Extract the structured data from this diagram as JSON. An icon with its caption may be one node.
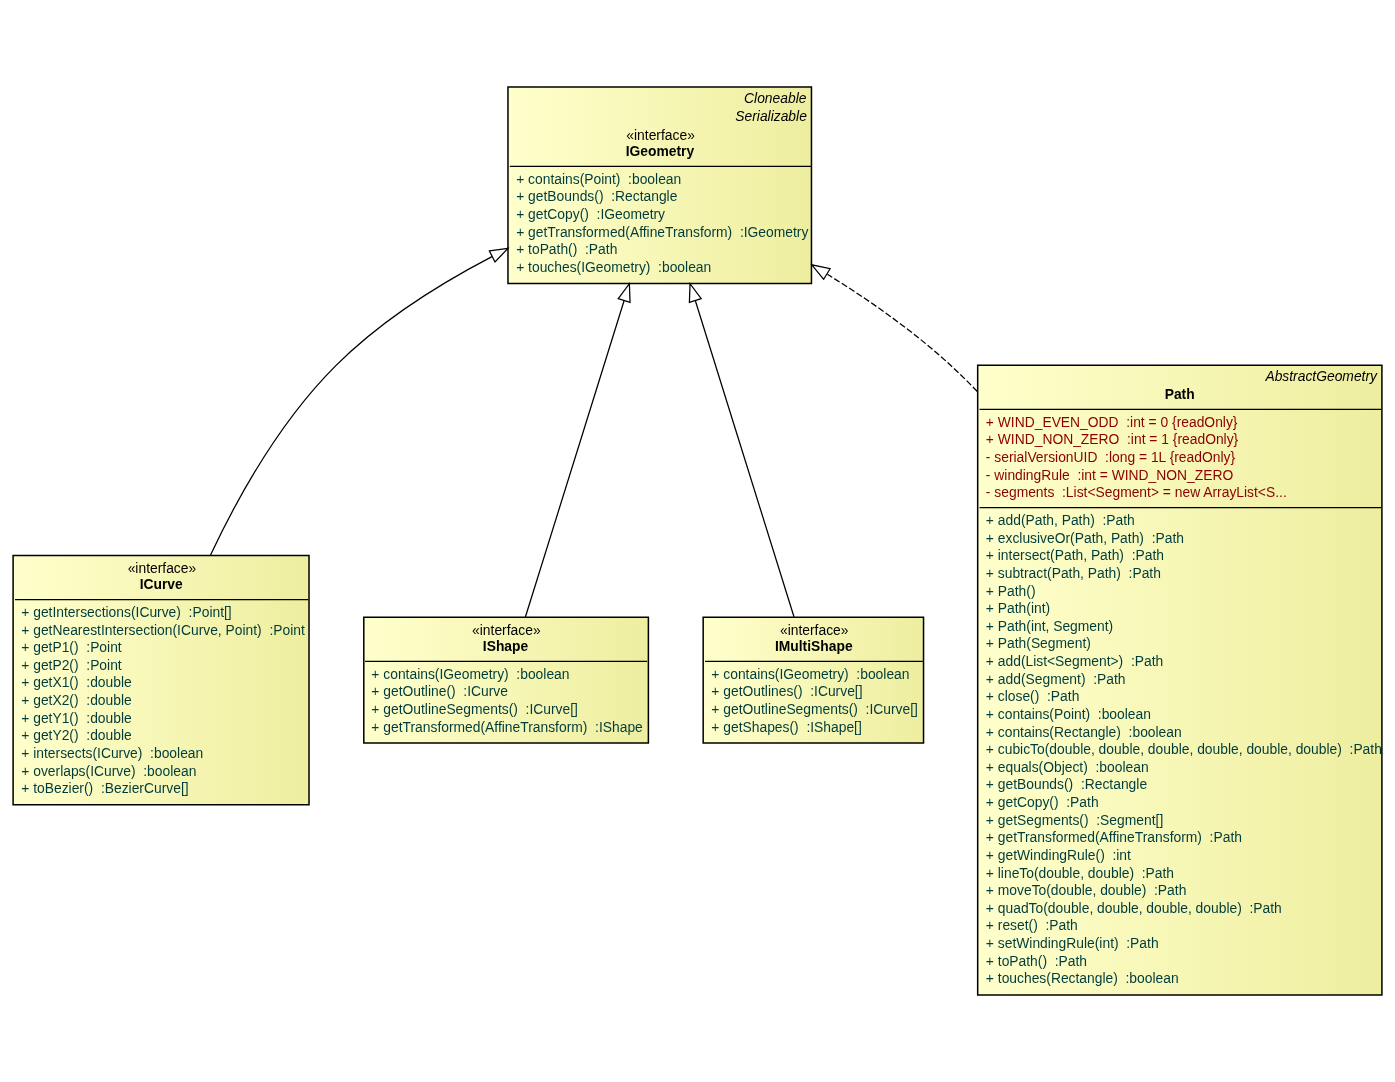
{
  "diagram": {
    "nodes": [
      {
        "text": [
          "Cloneable",
          "Serializable",
          "«interface»",
          "IGeometry",
          "+ contains(Point)  :boolean",
          "+ getBounds()  :Rectangle",
          "+ getCopy()  :IGeometry",
          "+ getTransformed(AffineTransform)  :IGeometry",
          "+ toPath()  :Path",
          "+ touches(IGeometry)  :boolean"
        ]
      },
      {
        "text": [
          "«interface»",
          "ICurve",
          "+ getIntersections(ICurve)  :Point[]",
          "+ getNearestIntersection(ICurve, Point)  :Point",
          "+ getP1()  :Point",
          "+ getP2()  :Point",
          "+ getX1()  :double",
          "+ getX2()  :double",
          "+ getY1()  :double",
          "+ getY2()  :double",
          "+ intersects(ICurve)  :boolean",
          "+ overlaps(ICurve)  :boolean",
          "+ toBezier()  :BezierCurve[]"
        ]
      },
      {
        "text": [
          "«interface»",
          "IShape",
          "+ contains(IGeometry)  :boolean",
          "+ getOutline()  :ICurve",
          "+ getOutlineSegments()  :ICurve[]",
          "+ getTransformed(AffineTransform)  :IShape"
        ]
      },
      {
        "text": [
          "«interface»",
          "IMultiShape",
          "+ contains(IGeometry)  :boolean",
          "+ getOutlines()  :ICurve[]",
          "+ getOutlineSegments()  :ICurve[]",
          "+ getShapes()  :IShape[]"
        ]
      },
      {
        "text": [
          "AbstractGeometry",
          "Path",
          "+ WIND_EVEN_ODD  :int = 0 {readOnly}",
          "+ WIND_NON_ZERO  :int = 1 {readOnly}",
          "- serialVersionUID  :long = 1L {readOnly}",
          "- windingRule  :int = WIND_NON_ZERO",
          "- segments  :List<Segment> = new ArrayList<S...",
          "+ add(Path, Path)  :Path",
          "+ exclusiveOr(Path, Path)  :Path",
          "+ intersect(Path, Path)  :Path",
          "+ subtract(Path, Path)  :Path",
          "+ Path()",
          "+ Path(int)",
          "+ Path(int, Segment)",
          "+ Path(Segment)",
          "+ add(List<Segment>)  :Path",
          "+ add(Segment)  :Path",
          "+ close()  :Path",
          "+ contains(Point)  :boolean",
          "+ contains(Rectangle)  :boolean",
          "+ cubicTo(double, double, double, double, double, double)  :Path",
          "+ equals(Object)  :boolean",
          "+ getBounds()  :Rectangle",
          "+ getCopy()  :Path",
          "+ getSegments()  :Segment[]",
          "+ getTransformed(AffineTransform)  :Path",
          "+ getWindingRule()  :int",
          "+ lineTo(double, double)  :Path",
          "+ moveTo(double, double)  :Path",
          "+ quadTo(double, double, double, double)  :Path",
          "+ reset()  :Path",
          "+ setWindingRule(int)  :Path",
          "+ toPath()  :Path",
          "+ touches(Rectangle)  :boolean"
        ]
      }
    ],
    "edges": [
      {
        "from": 1,
        "to": 0,
        "arrow": "to"
      },
      {
        "from": 2,
        "to": 0,
        "arrow": "to"
      },
      {
        "from": 3,
        "to": 0,
        "arrow": "to"
      },
      {
        "from": 4,
        "to": 0,
        "arrow": "to",
        "style": "dashed"
      }
    ]
  }
}
